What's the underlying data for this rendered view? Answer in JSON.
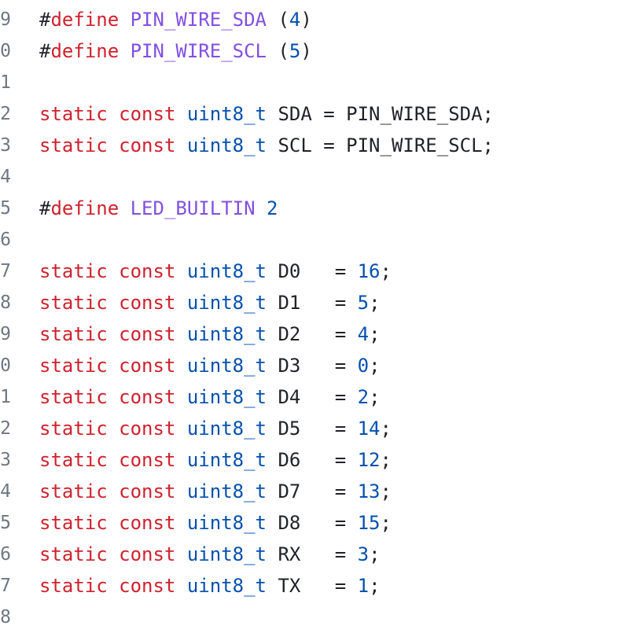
{
  "colors": {
    "keyword": "#cf222e",
    "macro": "#8250df",
    "type": "#0550ae",
    "number": "#0550ae",
    "plain": "#1f2328",
    "line_number": "#6e7781"
  },
  "lines": [
    {
      "num": "9",
      "tokens": [
        [
          "p",
          "#"
        ],
        [
          "k",
          "define"
        ],
        [
          "p",
          " "
        ],
        [
          "m",
          "PIN_WIRE_SDA"
        ],
        [
          "p",
          " ("
        ],
        [
          "n",
          "4"
        ],
        [
          "p",
          ")"
        ]
      ]
    },
    {
      "num": "0",
      "tokens": [
        [
          "p",
          "#"
        ],
        [
          "k",
          "define"
        ],
        [
          "p",
          " "
        ],
        [
          "m",
          "PIN_WIRE_SCL"
        ],
        [
          "p",
          " ("
        ],
        [
          "n",
          "5"
        ],
        [
          "p",
          ")"
        ]
      ]
    },
    {
      "num": "1",
      "tokens": []
    },
    {
      "num": "2",
      "tokens": [
        [
          "k",
          "static"
        ],
        [
          "p",
          " "
        ],
        [
          "k",
          "const"
        ],
        [
          "p",
          " "
        ],
        [
          "t",
          "uint8_t"
        ],
        [
          "p",
          " SDA = PIN_WIRE_SDA;"
        ]
      ]
    },
    {
      "num": "3",
      "tokens": [
        [
          "k",
          "static"
        ],
        [
          "p",
          " "
        ],
        [
          "k",
          "const"
        ],
        [
          "p",
          " "
        ],
        [
          "t",
          "uint8_t"
        ],
        [
          "p",
          " SCL = PIN_WIRE_SCL;"
        ]
      ]
    },
    {
      "num": "4",
      "tokens": []
    },
    {
      "num": "5",
      "tokens": [
        [
          "p",
          "#"
        ],
        [
          "k",
          "define"
        ],
        [
          "p",
          " "
        ],
        [
          "m",
          "LED_BUILTIN"
        ],
        [
          "p",
          " "
        ],
        [
          "n",
          "2"
        ]
      ]
    },
    {
      "num": "6",
      "tokens": []
    },
    {
      "num": "7",
      "tokens": [
        [
          "k",
          "static"
        ],
        [
          "p",
          " "
        ],
        [
          "k",
          "const"
        ],
        [
          "p",
          " "
        ],
        [
          "t",
          "uint8_t"
        ],
        [
          "p",
          " D0   = "
        ],
        [
          "n",
          "16"
        ],
        [
          "p",
          ";"
        ]
      ]
    },
    {
      "num": "8",
      "tokens": [
        [
          "k",
          "static"
        ],
        [
          "p",
          " "
        ],
        [
          "k",
          "const"
        ],
        [
          "p",
          " "
        ],
        [
          "t",
          "uint8_t"
        ],
        [
          "p",
          " D1   = "
        ],
        [
          "n",
          "5"
        ],
        [
          "p",
          ";"
        ]
      ]
    },
    {
      "num": "9",
      "tokens": [
        [
          "k",
          "static"
        ],
        [
          "p",
          " "
        ],
        [
          "k",
          "const"
        ],
        [
          "p",
          " "
        ],
        [
          "t",
          "uint8_t"
        ],
        [
          "p",
          " D2   = "
        ],
        [
          "n",
          "4"
        ],
        [
          "p",
          ";"
        ]
      ]
    },
    {
      "num": "0",
      "tokens": [
        [
          "k",
          "static"
        ],
        [
          "p",
          " "
        ],
        [
          "k",
          "const"
        ],
        [
          "p",
          " "
        ],
        [
          "t",
          "uint8_t"
        ],
        [
          "p",
          " D3   = "
        ],
        [
          "n",
          "0"
        ],
        [
          "p",
          ";"
        ]
      ]
    },
    {
      "num": "1",
      "tokens": [
        [
          "k",
          "static"
        ],
        [
          "p",
          " "
        ],
        [
          "k",
          "const"
        ],
        [
          "p",
          " "
        ],
        [
          "t",
          "uint8_t"
        ],
        [
          "p",
          " D4   = "
        ],
        [
          "n",
          "2"
        ],
        [
          "p",
          ";"
        ]
      ]
    },
    {
      "num": "2",
      "tokens": [
        [
          "k",
          "static"
        ],
        [
          "p",
          " "
        ],
        [
          "k",
          "const"
        ],
        [
          "p",
          " "
        ],
        [
          "t",
          "uint8_t"
        ],
        [
          "p",
          " D5   = "
        ],
        [
          "n",
          "14"
        ],
        [
          "p",
          ";"
        ]
      ]
    },
    {
      "num": "3",
      "tokens": [
        [
          "k",
          "static"
        ],
        [
          "p",
          " "
        ],
        [
          "k",
          "const"
        ],
        [
          "p",
          " "
        ],
        [
          "t",
          "uint8_t"
        ],
        [
          "p",
          " D6   = "
        ],
        [
          "n",
          "12"
        ],
        [
          "p",
          ";"
        ]
      ]
    },
    {
      "num": "4",
      "tokens": [
        [
          "k",
          "static"
        ],
        [
          "p",
          " "
        ],
        [
          "k",
          "const"
        ],
        [
          "p",
          " "
        ],
        [
          "t",
          "uint8_t"
        ],
        [
          "p",
          " D7   = "
        ],
        [
          "n",
          "13"
        ],
        [
          "p",
          ";"
        ]
      ]
    },
    {
      "num": "5",
      "tokens": [
        [
          "k",
          "static"
        ],
        [
          "p",
          " "
        ],
        [
          "k",
          "const"
        ],
        [
          "p",
          " "
        ],
        [
          "t",
          "uint8_t"
        ],
        [
          "p",
          " D8   = "
        ],
        [
          "n",
          "15"
        ],
        [
          "p",
          ";"
        ]
      ]
    },
    {
      "num": "6",
      "tokens": [
        [
          "k",
          "static"
        ],
        [
          "p",
          " "
        ],
        [
          "k",
          "const"
        ],
        [
          "p",
          " "
        ],
        [
          "t",
          "uint8_t"
        ],
        [
          "p",
          " RX   = "
        ],
        [
          "n",
          "3"
        ],
        [
          "p",
          ";"
        ]
      ]
    },
    {
      "num": "7",
      "tokens": [
        [
          "k",
          "static"
        ],
        [
          "p",
          " "
        ],
        [
          "k",
          "const"
        ],
        [
          "p",
          " "
        ],
        [
          "t",
          "uint8_t"
        ],
        [
          "p",
          " TX   = "
        ],
        [
          "n",
          "1"
        ],
        [
          "p",
          ";"
        ]
      ]
    },
    {
      "num": "8",
      "tokens": []
    }
  ]
}
